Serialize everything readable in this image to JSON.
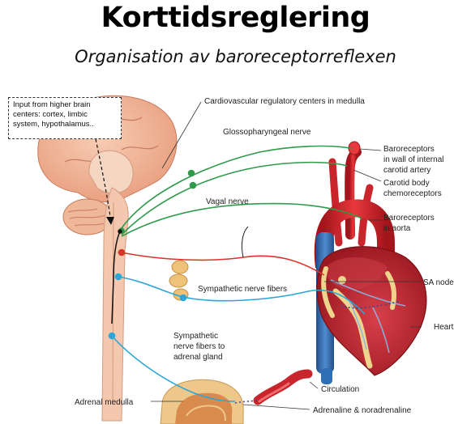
{
  "title": "Korttidsreglering",
  "subtitle": "Organisation av baroreceptorreflexen",
  "note": {
    "lines": [
      "Input from higher brain",
      "centers: cortex, limbic",
      "system, hypothalamus.."
    ]
  },
  "labels": {
    "cardio_centers": "Cardiovascular regulatory centers in medulla",
    "glossopharyngeal": "Glossopharyngeal nerve",
    "vagal": "Vagal nerve",
    "baro_carotid": [
      "Baroreceptors",
      "in wall of internal",
      "carotid artery"
    ],
    "carotid_body": [
      "Carotid body",
      "chemoreceptors"
    ],
    "baro_aorta": [
      "Baroreceptors",
      "in aorta"
    ],
    "sympathetic_fibers": "Sympathetic nerve fibers",
    "sa_node": "SA node",
    "heart": "Heart",
    "symp_adrenal": [
      "Sympathetic",
      "nerve fibers to",
      "adrenal gland"
    ],
    "circulation": "Circulation",
    "adrenal_medulla": "Adrenal medulla",
    "adrenaline": "Adrenaline & noradrenaline"
  },
  "colors": {
    "glossopharyngeal_nerve": "#2e9a4a",
    "vagal_nerve": "#d9342b",
    "sympathetic_nerve": "#2aa6d8",
    "artery": "#d8232a",
    "vein": "#2f6fb3",
    "heart_muscle": "#b8222a",
    "fat": "#eed48c",
    "brain": "#f2b79a"
  }
}
